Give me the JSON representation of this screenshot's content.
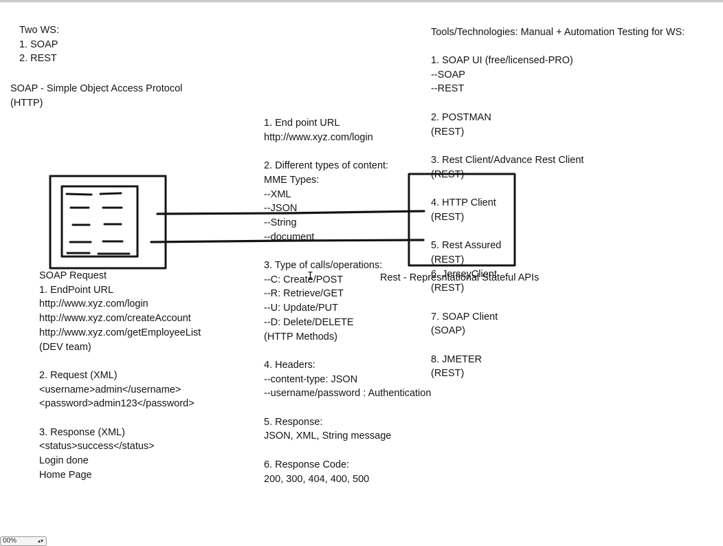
{
  "left_column": {
    "ws_intro": [
      "Two WS:",
      "1. SOAP",
      "2. REST"
    ],
    "soap_definition": [
      "SOAP - Simple Object Access Protocol",
      "(HTTP)"
    ],
    "soap_request": [
      "SOAP Request",
      "1. EndPoint URL",
      "http://www.xyz.com/login",
      "http://www.xyz.com/createAccount",
      "http://www.xyz.com/getEmployeeList",
      "(DEV team)",
      "",
      "2. Request (XML)",
      "<username>admin</username>",
      "<password>admin123</password>",
      "",
      "3. Response (XML)",
      "<status>success</status>",
      "Login done",
      "Home Page"
    ]
  },
  "middle_column": {
    "items": [
      "1. End point URL",
      "http://www.xyz.com/login",
      "",
      "2. Different types of content:",
      "MME Types:",
      "--XML",
      "--JSON",
      "--String",
      "--document",
      "",
      "3. Type of calls/operations:",
      "--C: Create/POST",
      "--R: Retrieve/GET",
      "--U: Update/PUT",
      "--D: Delete/DELETE",
      "(HTTP Methods)",
      "",
      "4. Headers:",
      "--content-type: JSON",
      "--username/password : Authentication",
      "",
      "5. Response:",
      "JSON, XML, String message",
      "",
      "6. Response Code:",
      "200, 300, 404, 400, 500"
    ]
  },
  "right_column": {
    "heading": "Tools/Technologies: Manual + Automation Testing for WS:",
    "tools": [
      "1. SOAP UI (free/licensed-PRO)",
      "--SOAP",
      "--REST",
      "",
      "2. POSTMAN",
      "(REST)",
      "",
      "3. Rest Client/Advance Rest Client",
      "(REST)",
      "",
      "4. HTTP Client",
      "(REST)",
      "",
      "5. Rest Assured",
      "(REST)",
      "6. JerseyClient",
      "(REST)",
      "",
      "7. SOAP Client",
      "(SOAP)",
      "",
      "8. JMETER",
      "(REST)"
    ],
    "rest_definition": "Rest - Represntational Stateful APIs"
  },
  "colors": {
    "ink": "#141414",
    "background": "#ffffff"
  },
  "icons": {
    "cursor": "text-cursor-icon",
    "zoom_arrow": "chevron-updown-icon"
  },
  "zoom_widget": {
    "value": "00%"
  }
}
